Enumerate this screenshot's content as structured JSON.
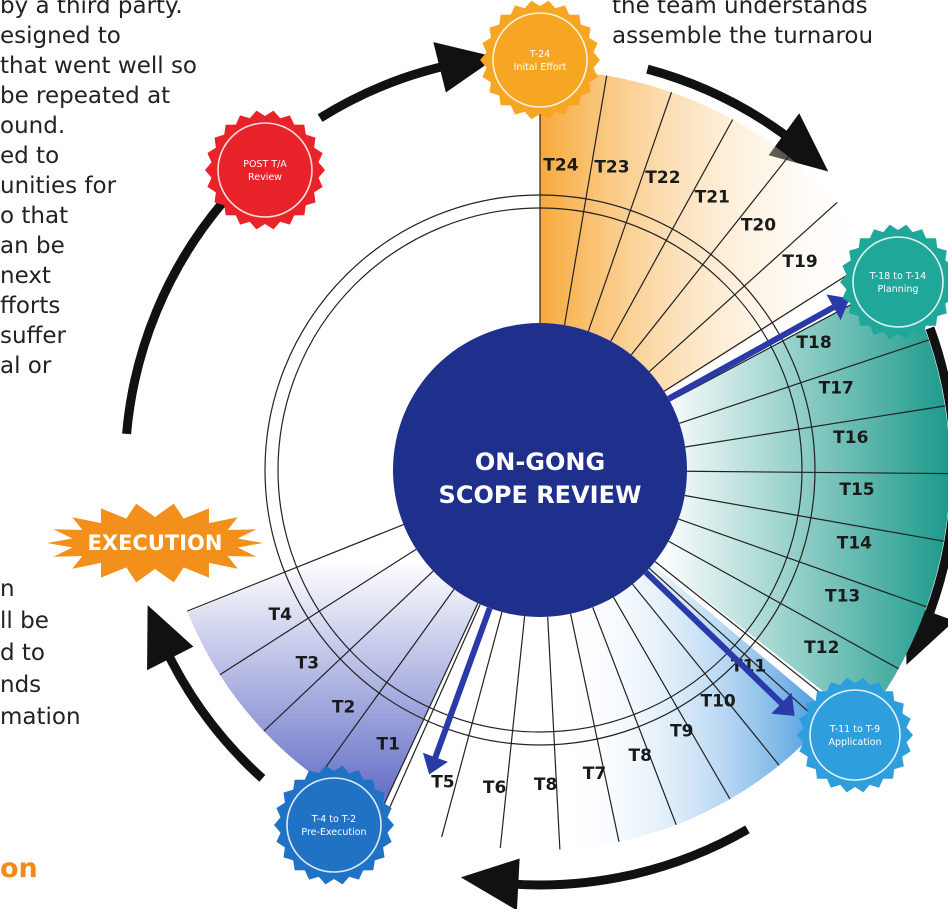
{
  "left_text_lines": [
    "by a third party.",
    "esigned to",
    " that went well so",
    "be repeated at",
    "ound.",
    "ed to",
    "unities for",
    "o that",
    "an be",
    "next",
    "fforts",
    " suffer",
    "al or"
  ],
  "left_text_lines_lower": [
    "n",
    "ll be",
    "d to",
    "nds",
    "mation"
  ],
  "top_right_text_lines": [
    "the team understands",
    "assemble the turnarou"
  ],
  "section_title": "on",
  "center_label": [
    "ON-GONG",
    "SCOPE REVIEW"
  ],
  "execution_label": "EXECUTION",
  "badges": {
    "post_review": {
      "line1": "POST T/A",
      "line2": "Review",
      "color": "#e8232a"
    },
    "initial_effort": {
      "line1": "T-24",
      "line2": "Inital Effort",
      "color": "#f6a623"
    },
    "planning": {
      "line1": "T-18 to T-14",
      "line2": "Planning",
      "color": "#1fa89a"
    },
    "application": {
      "line1": "T-11 to T-9",
      "line2": "Application",
      "color": "#2e9fdc"
    },
    "pre_execution": {
      "line1": "T-4 to T-2",
      "line2": "Pre-Execution",
      "color": "#1f72c4"
    }
  },
  "segment_labels": {
    "orange": [
      "T24",
      "T23",
      "T22",
      "T21",
      "T20",
      "T19"
    ],
    "teal": [
      "T18",
      "T17",
      "T16",
      "T15",
      "T14",
      "T13",
      "T12"
    ],
    "blue": [
      "T11",
      "T10",
      "T9",
      "T8",
      "T7",
      "T8",
      "T6",
      "T5"
    ],
    "purple": [
      "T4",
      "T3",
      "T2",
      "T1"
    ]
  },
  "colors": {
    "orange": "#f6a623",
    "teal": "#1c9a8c",
    "blue": "#3d93dd",
    "navy": "#1e2f8c",
    "purple": "#6a74c9",
    "execution": "#f3901c",
    "red": "#e8232a"
  }
}
